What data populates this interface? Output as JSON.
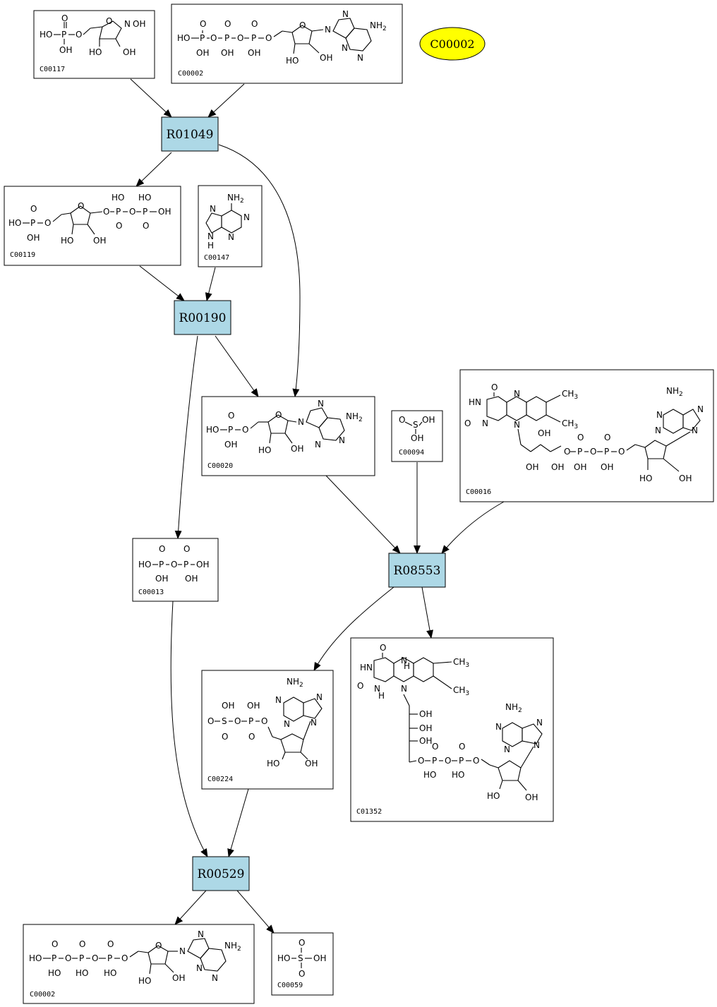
{
  "highlight": {
    "label": "C00002",
    "color": "#ffff00"
  },
  "colors": {
    "reaction_fill": "#add8e6",
    "compound_fill": "#ffffff"
  },
  "reactions": [
    {
      "id": "R01049",
      "label": "R01049"
    },
    {
      "id": "R00190",
      "label": "R00190"
    },
    {
      "id": "R08553",
      "label": "R08553"
    },
    {
      "id": "R00529",
      "label": "R00529"
    }
  ],
  "compounds": [
    {
      "id": "c1",
      "label": "C00117"
    },
    {
      "id": "c2",
      "label": "C00002"
    },
    {
      "id": "c3",
      "label": "C00119"
    },
    {
      "id": "c4",
      "label": "C00147"
    },
    {
      "id": "c5",
      "label": "C00020"
    },
    {
      "id": "c6",
      "label": "C00094"
    },
    {
      "id": "c7",
      "label": "C00016"
    },
    {
      "id": "c8",
      "label": "C00013"
    },
    {
      "id": "c9",
      "label": "C00224"
    },
    {
      "id": "c10",
      "label": "C01352"
    },
    {
      "id": "c11",
      "label": "C00002"
    },
    {
      "id": "c12",
      "label": "C00059"
    }
  ],
  "edges": [
    {
      "from": "C00117",
      "to": "R01049"
    },
    {
      "from": "C00002",
      "to": "R01049"
    },
    {
      "from": "R01049",
      "to": "C00119"
    },
    {
      "from": "R01049",
      "to": "C00020"
    },
    {
      "from": "C00119",
      "to": "R00190"
    },
    {
      "from": "C00147",
      "to": "R00190"
    },
    {
      "from": "R00190",
      "to": "C00020"
    },
    {
      "from": "R00190",
      "to": "C00013"
    },
    {
      "from": "C00020",
      "to": "R08553"
    },
    {
      "from": "C00094",
      "to": "R08553"
    },
    {
      "from": "C00016",
      "to": "R08553"
    },
    {
      "from": "R08553",
      "to": "C00224"
    },
    {
      "from": "R08553",
      "to": "C01352"
    },
    {
      "from": "C00013",
      "to": "R00529"
    },
    {
      "from": "C00224",
      "to": "R00529"
    },
    {
      "from": "R00529",
      "to": "C00002"
    },
    {
      "from": "R00529",
      "to": "C00059"
    }
  ]
}
